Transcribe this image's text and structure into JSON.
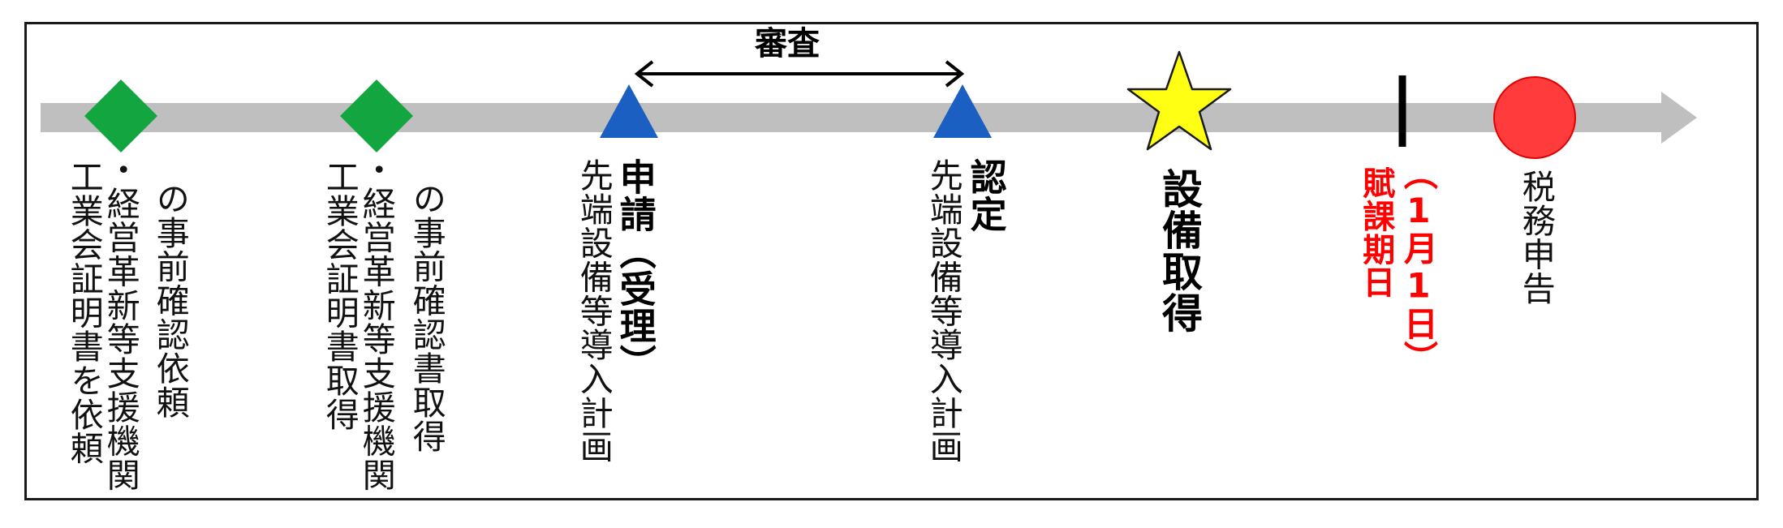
{
  "timeline": {
    "events": [
      {
        "id": "pre-confirmation-request",
        "marker": "green-diamond",
        "lines": [
          "工業会証明書を依頼",
          "・経営革新等支援機関",
          "の事前確認依頼"
        ]
      },
      {
        "id": "pre-confirmation-acquired",
        "marker": "green-diamond",
        "lines": [
          "工業会証明書取得",
          "・経営革新等支援機関",
          "の事前確認書取得"
        ]
      },
      {
        "id": "application",
        "marker": "blue-triangle",
        "title": "申請（受理）",
        "note": "先端設備等導入計画"
      },
      {
        "id": "certification",
        "marker": "blue-triangle",
        "title": "認定",
        "note": "先端設備等導入計画"
      },
      {
        "id": "equipment-acquisition",
        "marker": "yellow-star",
        "title": "設備取得"
      },
      {
        "id": "assessment-date",
        "marker": "black-tick",
        "date": "（1月1日）",
        "label": "賦課期日"
      },
      {
        "id": "tax-return",
        "marker": "red-circle",
        "label": "税務申告"
      }
    ],
    "review_span_label": "審査"
  },
  "colors": {
    "timeline_arrow": "#bfbfbf",
    "diamond": "#13a640",
    "triangle": "#1b5fc2",
    "star": "#ffff14",
    "circle": "#ff3b3b",
    "red_text": "#ff0000",
    "frame": "#1a1a1a"
  }
}
